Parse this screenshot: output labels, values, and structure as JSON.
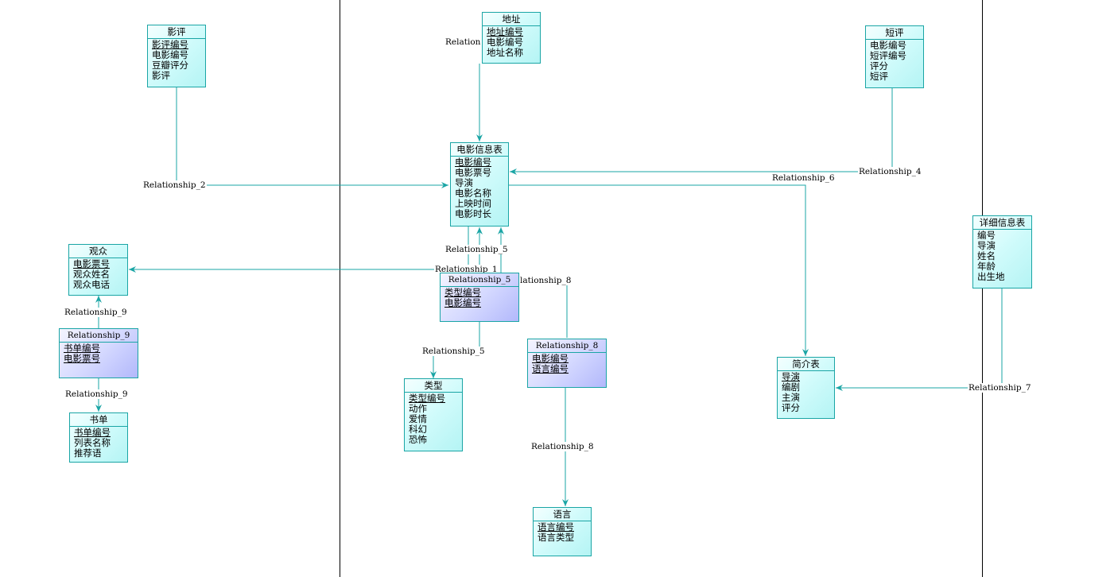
{
  "diagram": {
    "line_color": "#1aa5a5",
    "entity_fill": "#c8f8f8",
    "relation_fill": "#c0c6fc",
    "entities": {
      "yingping": {
        "title": "影评",
        "attrs": [
          "影评编号",
          "电影编号",
          "豆瓣评分",
          "影评"
        ],
        "pk": [
          0
        ]
      },
      "dizhi": {
        "title": "地址",
        "attrs": [
          "地址编号",
          "电影编号",
          "地址名称"
        ],
        "pk": [
          0
        ]
      },
      "duanping": {
        "title": "短评",
        "attrs": [
          "电影编号",
          "短评编号",
          "评分",
          "短评"
        ],
        "pk": []
      },
      "dianying": {
        "title": "电影信息表",
        "attrs": [
          "电影编号",
          "电影票号",
          "导演",
          "电影名称",
          "上映时间",
          "电影时长"
        ],
        "pk": [
          0
        ]
      },
      "guanzhong": {
        "title": "观众",
        "attrs": [
          "电影票号",
          "观众姓名",
          "观众电话"
        ],
        "pk": [
          0
        ]
      },
      "rel9": {
        "title": "Relationship_9",
        "attrs": [
          "书单编号",
          "电影票号"
        ],
        "pk": [
          0,
          1
        ]
      },
      "shudan": {
        "title": "书单",
        "attrs": [
          "书单编号",
          "列表名称",
          "推荐语"
        ],
        "pk": [
          0
        ]
      },
      "rel5": {
        "title": "Relationship_5",
        "attrs": [
          "类型编号",
          "电影编号"
        ],
        "pk": [
          0,
          1
        ]
      },
      "leixing": {
        "title": "类型",
        "attrs": [
          "类型编号",
          "动作",
          "爱情",
          "科幻",
          "恐怖"
        ],
        "pk": [
          0
        ]
      },
      "rel8": {
        "title": "Relationship_8",
        "attrs": [
          "电影编号",
          "语言编号"
        ],
        "pk": [
          0,
          1
        ]
      },
      "yuyan": {
        "title": "语言",
        "attrs": [
          "语言编号",
          "语言类型"
        ],
        "pk": [
          0
        ]
      },
      "jianjie": {
        "title": "简介表",
        "attrs": [
          "导演",
          "编剧",
          "主演",
          "评分"
        ],
        "pk": [
          0
        ]
      },
      "xiangxi": {
        "title": "详细信息表",
        "attrs": [
          "编号",
          "导演",
          "姓名",
          "年龄",
          "出生地"
        ],
        "pk": []
      }
    },
    "labels": {
      "rel_dizhi": "Relation",
      "rel2": "Relationship_2",
      "rel4": "Relationship_4",
      "rel6": "Relationship_6",
      "rel5_top": "Relationship_5",
      "rel1": "Relationship_1",
      "rel8_top": "lationship_8",
      "rel9_top": "Relationship_9",
      "rel9_bottom": "Relationship_9",
      "rel5_bottom": "Relationship_5",
      "rel8_bottom": "Relationship_8",
      "rel7": "Relationship_7"
    }
  }
}
